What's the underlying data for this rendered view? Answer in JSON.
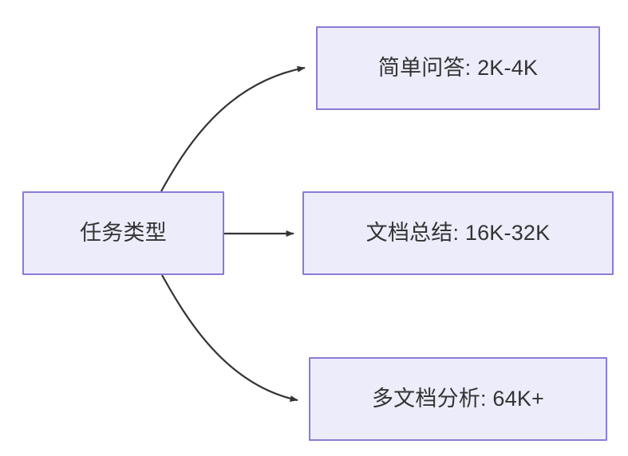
{
  "diagram": {
    "type": "flowchart",
    "direction": "left-to-right",
    "background_color": "#ffffff",
    "node_fill_color": "#ececfa",
    "node_border_color": "#8a7bd8",
    "node_text_color": "#333333",
    "edge_color": "#333333",
    "root": {
      "id": "root",
      "label": "任务类型"
    },
    "branches": [
      {
        "id": "simple-qa",
        "label": "简单问答: 2K-4K",
        "task": "简单问答",
        "context_range": "2K-4K",
        "edge_style": "curved-up"
      },
      {
        "id": "doc-summary",
        "label": "文档总结: 16K-32K",
        "task": "文档总结",
        "context_range": "16K-32K",
        "edge_style": "straight"
      },
      {
        "id": "multi-doc",
        "label": "多文档分析: 64K+",
        "task": "多文档分析",
        "context_range": "64K+",
        "edge_style": "curved-down"
      }
    ]
  }
}
